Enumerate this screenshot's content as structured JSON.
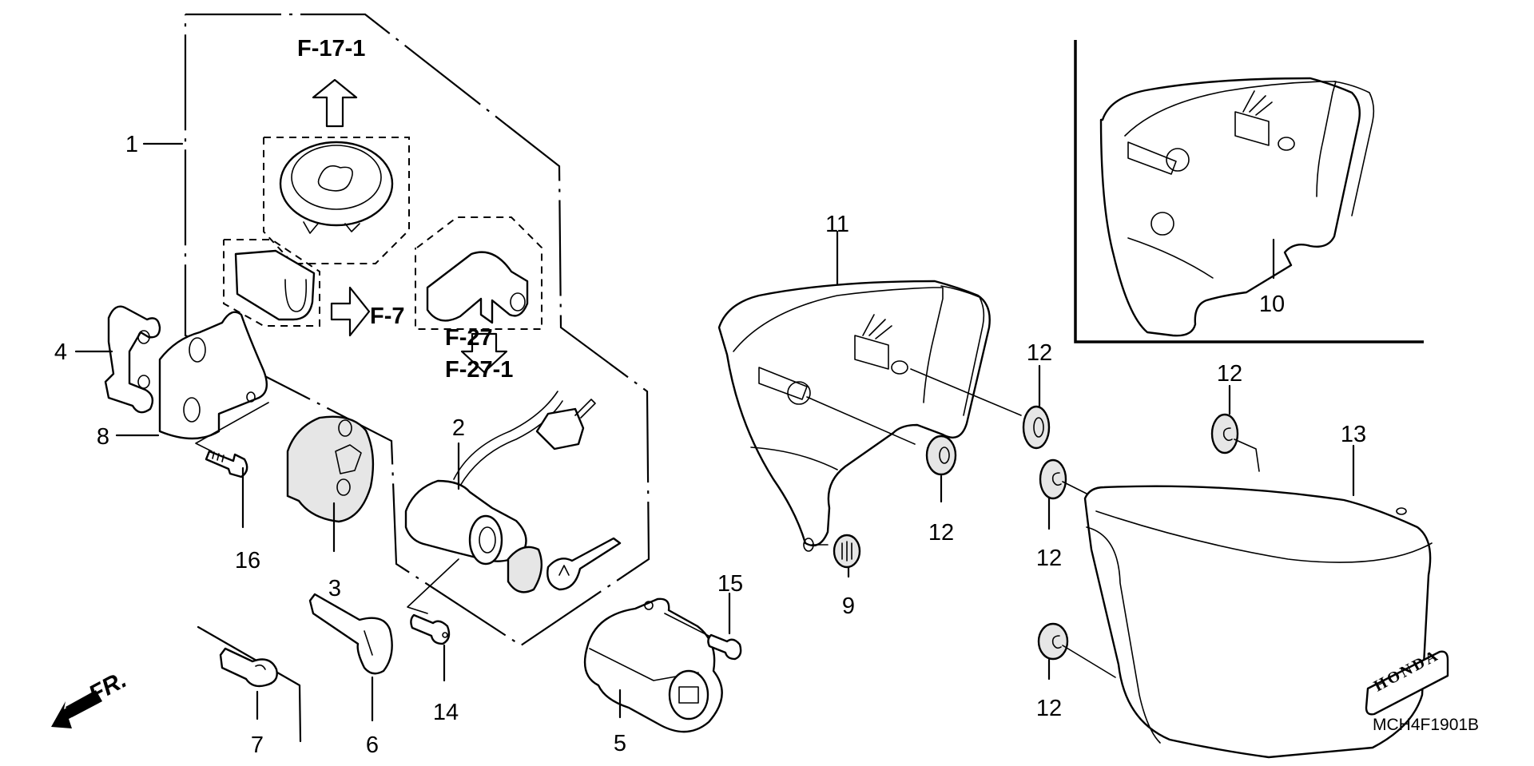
{
  "diagram": {
    "title": "Honda parts diagram — steering lock / side covers",
    "drawing_code": "MCH4F1901B",
    "direction_label": "FR.",
    "cross_references": {
      "up": "F-17-1",
      "right": "F-7",
      "down_1": "F-27",
      "down_2": "F-27-1"
    },
    "emblem_text": "HONDA",
    "callouts": [
      {
        "id": "1",
        "label": "1",
        "part": "key-set"
      },
      {
        "id": "2",
        "label": "2",
        "part": "ignition-switch"
      },
      {
        "id": "3",
        "label": "3",
        "part": "fuel-cap-lock-cylinder"
      },
      {
        "id": "4",
        "label": "4",
        "part": "stay"
      },
      {
        "id": "5",
        "label": "5",
        "part": "steering-lock"
      },
      {
        "id": "6",
        "label": "6",
        "part": "key"
      },
      {
        "id": "7",
        "label": "7",
        "part": "blank-key"
      },
      {
        "id": "8",
        "label": "8",
        "part": "bracket"
      },
      {
        "id": "9",
        "label": "9",
        "part": "grommet"
      },
      {
        "id": "10",
        "label": "10",
        "part": "side-cover-inner-inset"
      },
      {
        "id": "11",
        "label": "11",
        "part": "left-side-cover"
      },
      {
        "id": "12a",
        "label": "12",
        "part": "grommet"
      },
      {
        "id": "12b",
        "label": "12",
        "part": "grommet"
      },
      {
        "id": "12c",
        "label": "12",
        "part": "grommet"
      },
      {
        "id": "12d",
        "label": "12",
        "part": "grommet"
      },
      {
        "id": "12e",
        "label": "12",
        "part": "grommet"
      },
      {
        "id": "13",
        "label": "13",
        "part": "right-side-cover"
      },
      {
        "id": "14",
        "label": "14",
        "part": "screw"
      },
      {
        "id": "15",
        "label": "15",
        "part": "screw"
      },
      {
        "id": "16",
        "label": "16",
        "part": "bolt"
      }
    ]
  }
}
